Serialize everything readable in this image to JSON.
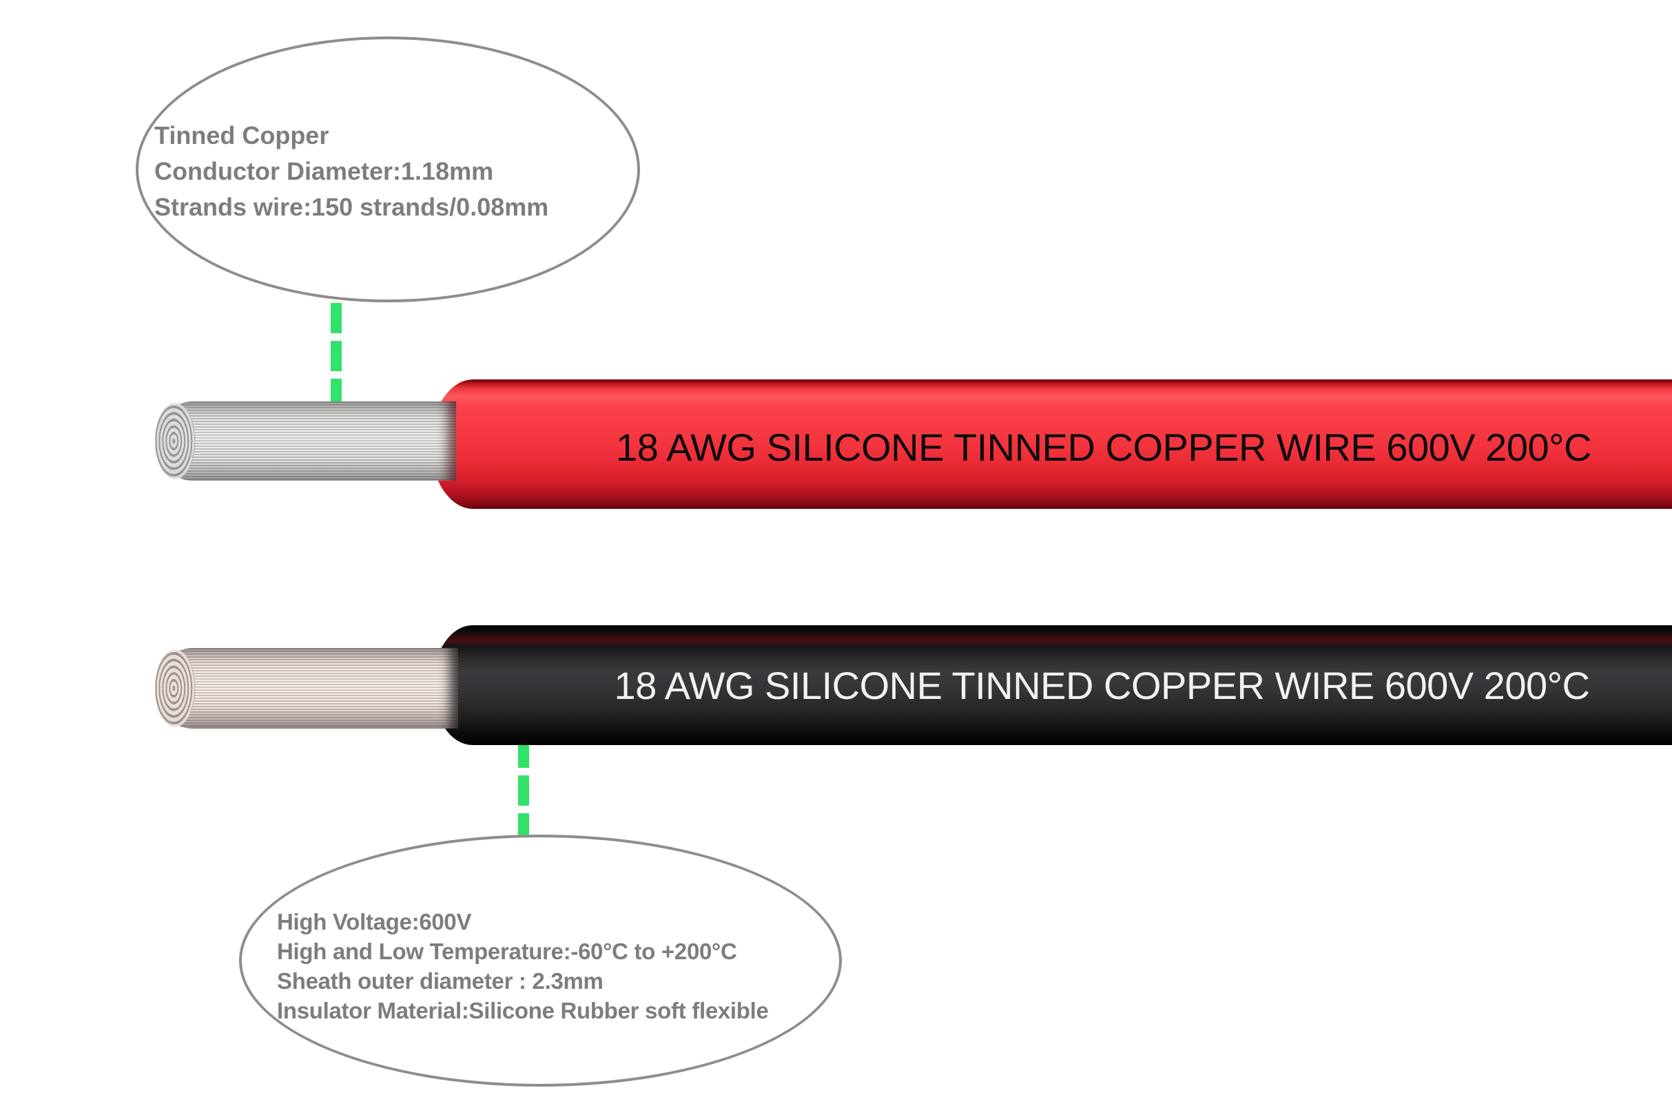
{
  "callout_top": {
    "lines": [
      "Tinned Copper",
      "Conductor Diameter:1.18mm",
      "Strands wire:150 strands/0.08mm"
    ]
  },
  "red_wire": {
    "label": "18 AWG SILICONE TINNED COPPER WIRE 600V 200°C"
  },
  "black_wire": {
    "label": "18 AWG SILICONE TINNED COPPER WIRE 600V 200°C"
  },
  "callout_bottom": {
    "lines": [
      "High Voltage:600V",
      "High and Low Temperature:-60°C to +200°C",
      "Sheath outer diameter : 2.3mm",
      "Insulator Material:Silicone Rubber soft flexible"
    ]
  },
  "colors": {
    "wire-red": "#f5333c",
    "wire-black": "#2e2e30",
    "leader-green": "#30e26a",
    "callout-stroke": "#8d8d8d",
    "callout-text": "#7d7d7d",
    "label-on-red": "#0c0c0c",
    "label-on-black": "#f2f2f2"
  }
}
